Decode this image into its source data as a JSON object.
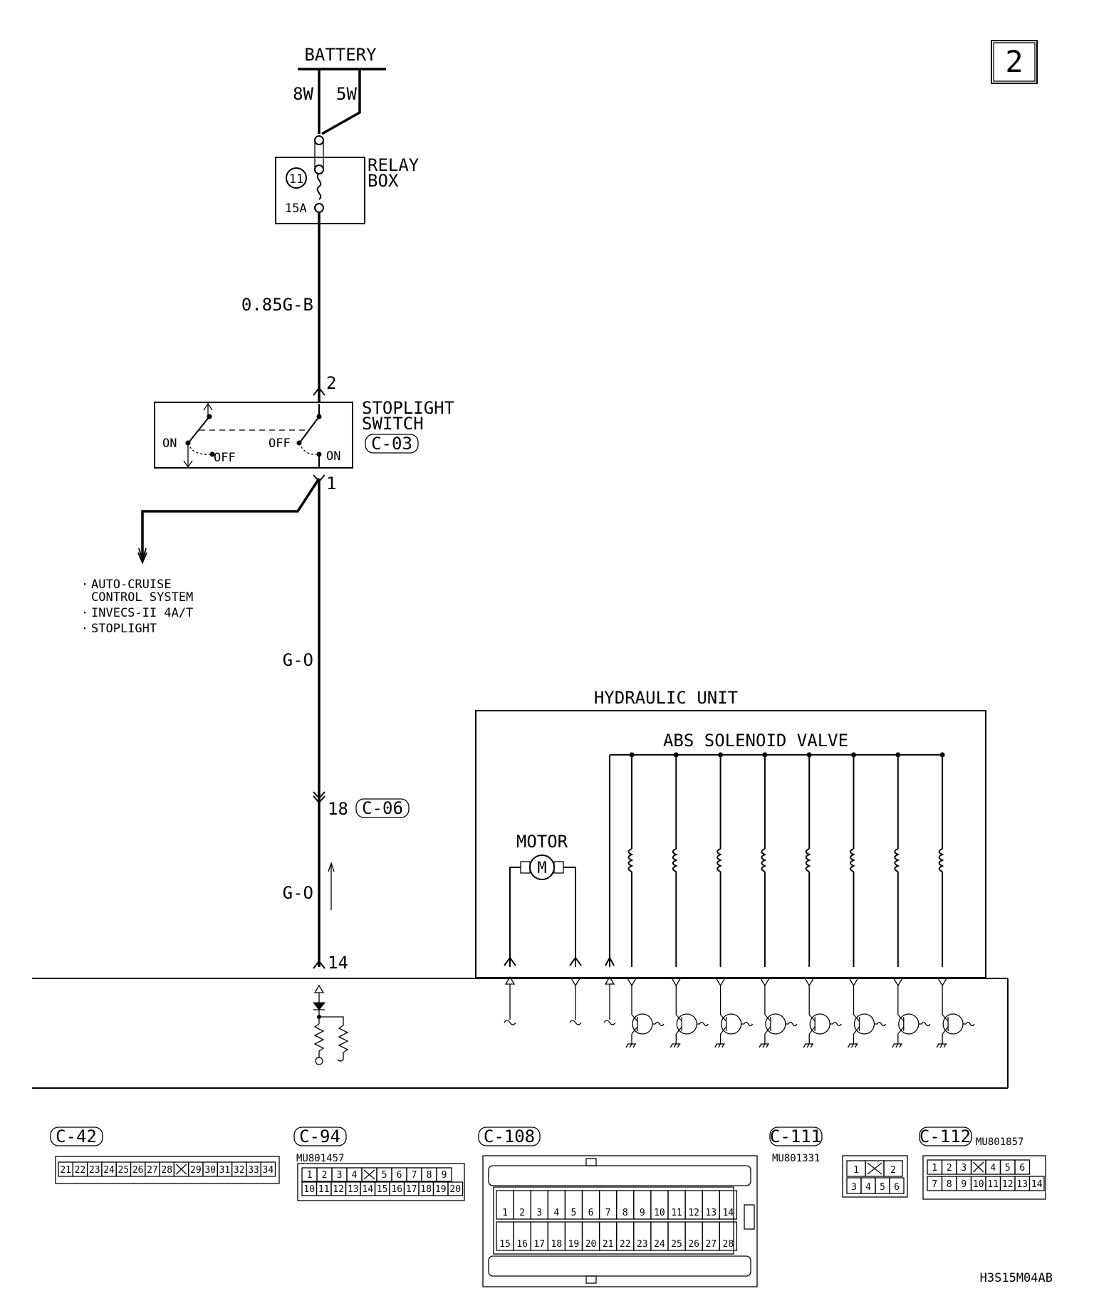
{
  "page_number": "2",
  "drawing_code": "H3S15M04AB",
  "battery": {
    "label": "BATTERY",
    "wire_left": "8W",
    "wire_right": "5W"
  },
  "relay_box": {
    "label_line1": "RELAY",
    "label_line2": "BOX",
    "fuse_number": "11",
    "fuse_rating": "15A"
  },
  "wire_from_fuse": "0.85G-B",
  "stoplight_switch": {
    "label_line1": "STOPLIGHT",
    "label_line2": "SWITCH",
    "connector": "C-03",
    "pin_top": "2",
    "pin_bottom": "1",
    "left_on": "ON",
    "left_off": "OFF",
    "right_off": "OFF",
    "right_on": "ON"
  },
  "branch_destinations": [
    "AUTO-CRUISE",
    "CONTROL SYSTEM",
    "INVECS-II 4A/T",
    "STOPLIGHT"
  ],
  "wire_upper": "G-O",
  "junction": {
    "pin": "18",
    "connector": "C-06"
  },
  "wire_lower": "G-O",
  "ecu_pin": "14",
  "hydraulic_unit": {
    "label": "HYDRAULIC UNIT",
    "motor_label": "MOTOR",
    "motor_symbol": "M",
    "valve_label": "ABS SOLENOID VALVE",
    "valve_count": 8
  },
  "connectors": {
    "c42": {
      "label": "C-42",
      "pins": [
        "21",
        "22",
        "23",
        "24",
        "25",
        "26",
        "27",
        "28",
        "",
        "29",
        "30",
        "31",
        "32",
        "33",
        "34"
      ]
    },
    "c94": {
      "label": "C-94",
      "part": "MU801457",
      "row1": [
        "1",
        "2",
        "3",
        "4",
        "",
        "5",
        "6",
        "7",
        "8",
        "9"
      ],
      "row2": [
        "10",
        "11",
        "12",
        "13",
        "14",
        "15",
        "16",
        "17",
        "18",
        "19",
        "20"
      ]
    },
    "c108": {
      "label": "C-108",
      "row1": [
        "1",
        "2",
        "3",
        "4",
        "5",
        "6",
        "7",
        "8",
        "9",
        "10",
        "11",
        "12",
        "13",
        "14"
      ],
      "row2": [
        "15",
        "16",
        "17",
        "18",
        "19",
        "20",
        "21",
        "22",
        "23",
        "24",
        "25",
        "26",
        "27",
        "28"
      ]
    },
    "c111": {
      "label": "C-111",
      "part": "MU801331",
      "row1": [
        "1",
        "",
        "2"
      ],
      "row2": [
        "3",
        "4",
        "5",
        "6"
      ]
    },
    "c112": {
      "label": "C-112",
      "part": "MU801857",
      "row1": [
        "1",
        "2",
        "3",
        "",
        "4",
        "5",
        "6"
      ],
      "row2": [
        "7",
        "8",
        "9",
        "10",
        "11",
        "12",
        "13",
        "14"
      ]
    }
  }
}
